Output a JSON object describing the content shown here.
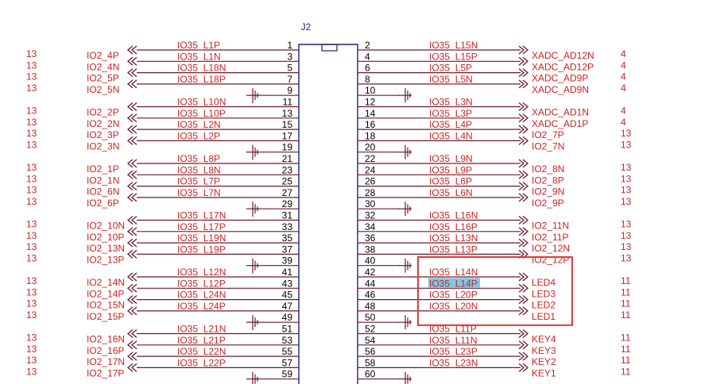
{
  "connector": {
    "designator": "J2"
  },
  "highlight": {
    "selected_signal": "IO35_L14P",
    "selected_color": "#7ec8e3",
    "box_color": "#e53935"
  },
  "colors": {
    "label": "#d42020",
    "wire": "#6a1b2a",
    "body": "#1a237e",
    "pin_number": "#000000"
  },
  "rows": [
    {
      "lb": "13",
      "ln": "IO2_4P",
      "ls": "IO35_L1P",
      "lp": "1",
      "rp": "2",
      "rs": "IO35_L15N",
      "rn": "XADC_AD12N",
      "rb": "4"
    },
    {
      "lb": "13",
      "ln": "IO2_4N",
      "ls": "IO35_L1N",
      "lp": "3",
      "rp": "4",
      "rs": "IO35_L15P",
      "rn": "XADC_AD12P",
      "rb": "4"
    },
    {
      "lb": "13",
      "ln": "IO2_5P",
      "ls": "IO35_L18N",
      "lp": "5",
      "rp": "6",
      "rs": "IO35_L5P",
      "rn": "XADC_AD9P",
      "rb": "4"
    },
    {
      "lb": "13",
      "ln": "IO2_5N",
      "ls": "IO35_L18P",
      "lp": "7",
      "rp": "8",
      "rs": "IO35_L5N",
      "rn": "XADC_AD9N",
      "rb": "4"
    },
    {
      "gnd": true,
      "lp": "9",
      "rp": "10"
    },
    {
      "lb": "13",
      "ln": "IO2_2P",
      "ls": "IO35_L10N",
      "lp": "11",
      "rp": "12",
      "rs": "IO35_L3N",
      "rn": "XADC_AD1N",
      "rb": "4"
    },
    {
      "lb": "13",
      "ln": "IO2_2N",
      "ls": "IO35_L10P",
      "lp": "13",
      "rp": "14",
      "rs": "IO35_L3P",
      "rn": "XADC_AD1P",
      "rb": "4"
    },
    {
      "lb": "13",
      "ln": "IO2_3P",
      "ls": "IO35_L2N",
      "lp": "15",
      "rp": "16",
      "rs": "IO35_L4P",
      "rn": "IO2_7P",
      "rb": "13"
    },
    {
      "lb": "13",
      "ln": "IO2_3N",
      "ls": "IO35_L2P",
      "lp": "17",
      "rp": "18",
      "rs": "IO35_L4N",
      "rn": "IO2_7N",
      "rb": "13"
    },
    {
      "gnd": true,
      "lp": "19",
      "rp": "20"
    },
    {
      "lb": "13",
      "ln": "IO2_1P",
      "ls": "IO35_L8P",
      "lp": "21",
      "rp": "22",
      "rs": "IO35_L9N",
      "rn": "IO2_8N",
      "rb": "13"
    },
    {
      "lb": "13",
      "ln": "IO2_1N",
      "ls": "IO35_L8N",
      "lp": "23",
      "rp": "24",
      "rs": "IO35_L9P",
      "rn": "IO2_8P",
      "rb": "13"
    },
    {
      "lb": "13",
      "ln": "IO2_6N",
      "ls": "IO35_L7P",
      "lp": "25",
      "rp": "26",
      "rs": "IO35_L6P",
      "rn": "IO2_9N",
      "rb": "13"
    },
    {
      "lb": "13",
      "ln": "IO2_6P",
      "ls": "IO35_L7N",
      "lp": "27",
      "rp": "28",
      "rs": "IO35_L6N",
      "rn": "IO2_9P",
      "rb": "13"
    },
    {
      "gnd": true,
      "lp": "29",
      "rp": "30"
    },
    {
      "lb": "13",
      "ln": "IO2_10N",
      "ls": "IO35_L17N",
      "lp": "31",
      "rp": "32",
      "rs": "IO35_L16N",
      "rn": "IO2_11N",
      "rb": "13"
    },
    {
      "lb": "13",
      "ln": "IO2_10P",
      "ls": "IO35_L17P",
      "lp": "33",
      "rp": "34",
      "rs": "IO35_L16P",
      "rn": "IO2_11P",
      "rb": "13"
    },
    {
      "lb": "13",
      "ln": "IO2_13N",
      "ls": "IO35_L19N",
      "lp": "35",
      "rp": "36",
      "rs": "IO35_L13N",
      "rn": "IO2_12N",
      "rb": "13"
    },
    {
      "lb": "13",
      "ln": "IO2_13P",
      "ls": "IO35_L19P",
      "lp": "37",
      "rp": "38",
      "rs": "IO35_L13P",
      "rn": "IO2_12P",
      "rb": "13"
    },
    {
      "gnd": true,
      "lp": "39",
      "rp": "40"
    },
    {
      "lb": "13",
      "ln": "IO2_14N",
      "ls": "IO35_L12N",
      "lp": "41",
      "rp": "42",
      "rs": "IO35_L14N",
      "rn": "LED4",
      "rb": "11"
    },
    {
      "lb": "13",
      "ln": "IO2_14P",
      "ls": "IO35_L12P",
      "lp": "43",
      "rp": "44",
      "rs": "IO35_L14P",
      "rn": "LED3",
      "rb": "11"
    },
    {
      "lb": "13",
      "ln": "IO2_15N",
      "ls": "IO35_L24N",
      "lp": "45",
      "rp": "46",
      "rs": "IO35_L20P",
      "rn": "LED2",
      "rb": "11"
    },
    {
      "lb": "13",
      "ln": "IO2_15P",
      "ls": "IO35_L24P",
      "lp": "47",
      "rp": "48",
      "rs": "IO35_L20N",
      "rn": "LED1",
      "rb": "11"
    },
    {
      "gnd": true,
      "lp": "49",
      "rp": "50"
    },
    {
      "lb": "13",
      "ln": "IO2_16N",
      "ls": "IO35_L21N",
      "lp": "51",
      "rp": "52",
      "rs": "IO35_L11P",
      "rn": "KEY4",
      "rb": "11"
    },
    {
      "lb": "13",
      "ln": "IO2_16P",
      "ls": "IO35_L21P",
      "lp": "53",
      "rp": "54",
      "rs": "IO35_L11N",
      "rn": "KEY3",
      "rb": "11"
    },
    {
      "lb": "13",
      "ln": "IO2_17N",
      "ls": "IO35_L22N",
      "lp": "55",
      "rp": "56",
      "rs": "IO35_L23P",
      "rn": "KEY2",
      "rb": "11"
    },
    {
      "lb": "13",
      "ln": "IO2_17P",
      "ls": "IO35_L22P",
      "lp": "57",
      "rp": "58",
      "rs": "IO35_L23N",
      "rn": "KEY1",
      "rb": "11"
    },
    {
      "gnd": true,
      "lp": "59",
      "rp": "60"
    }
  ]
}
